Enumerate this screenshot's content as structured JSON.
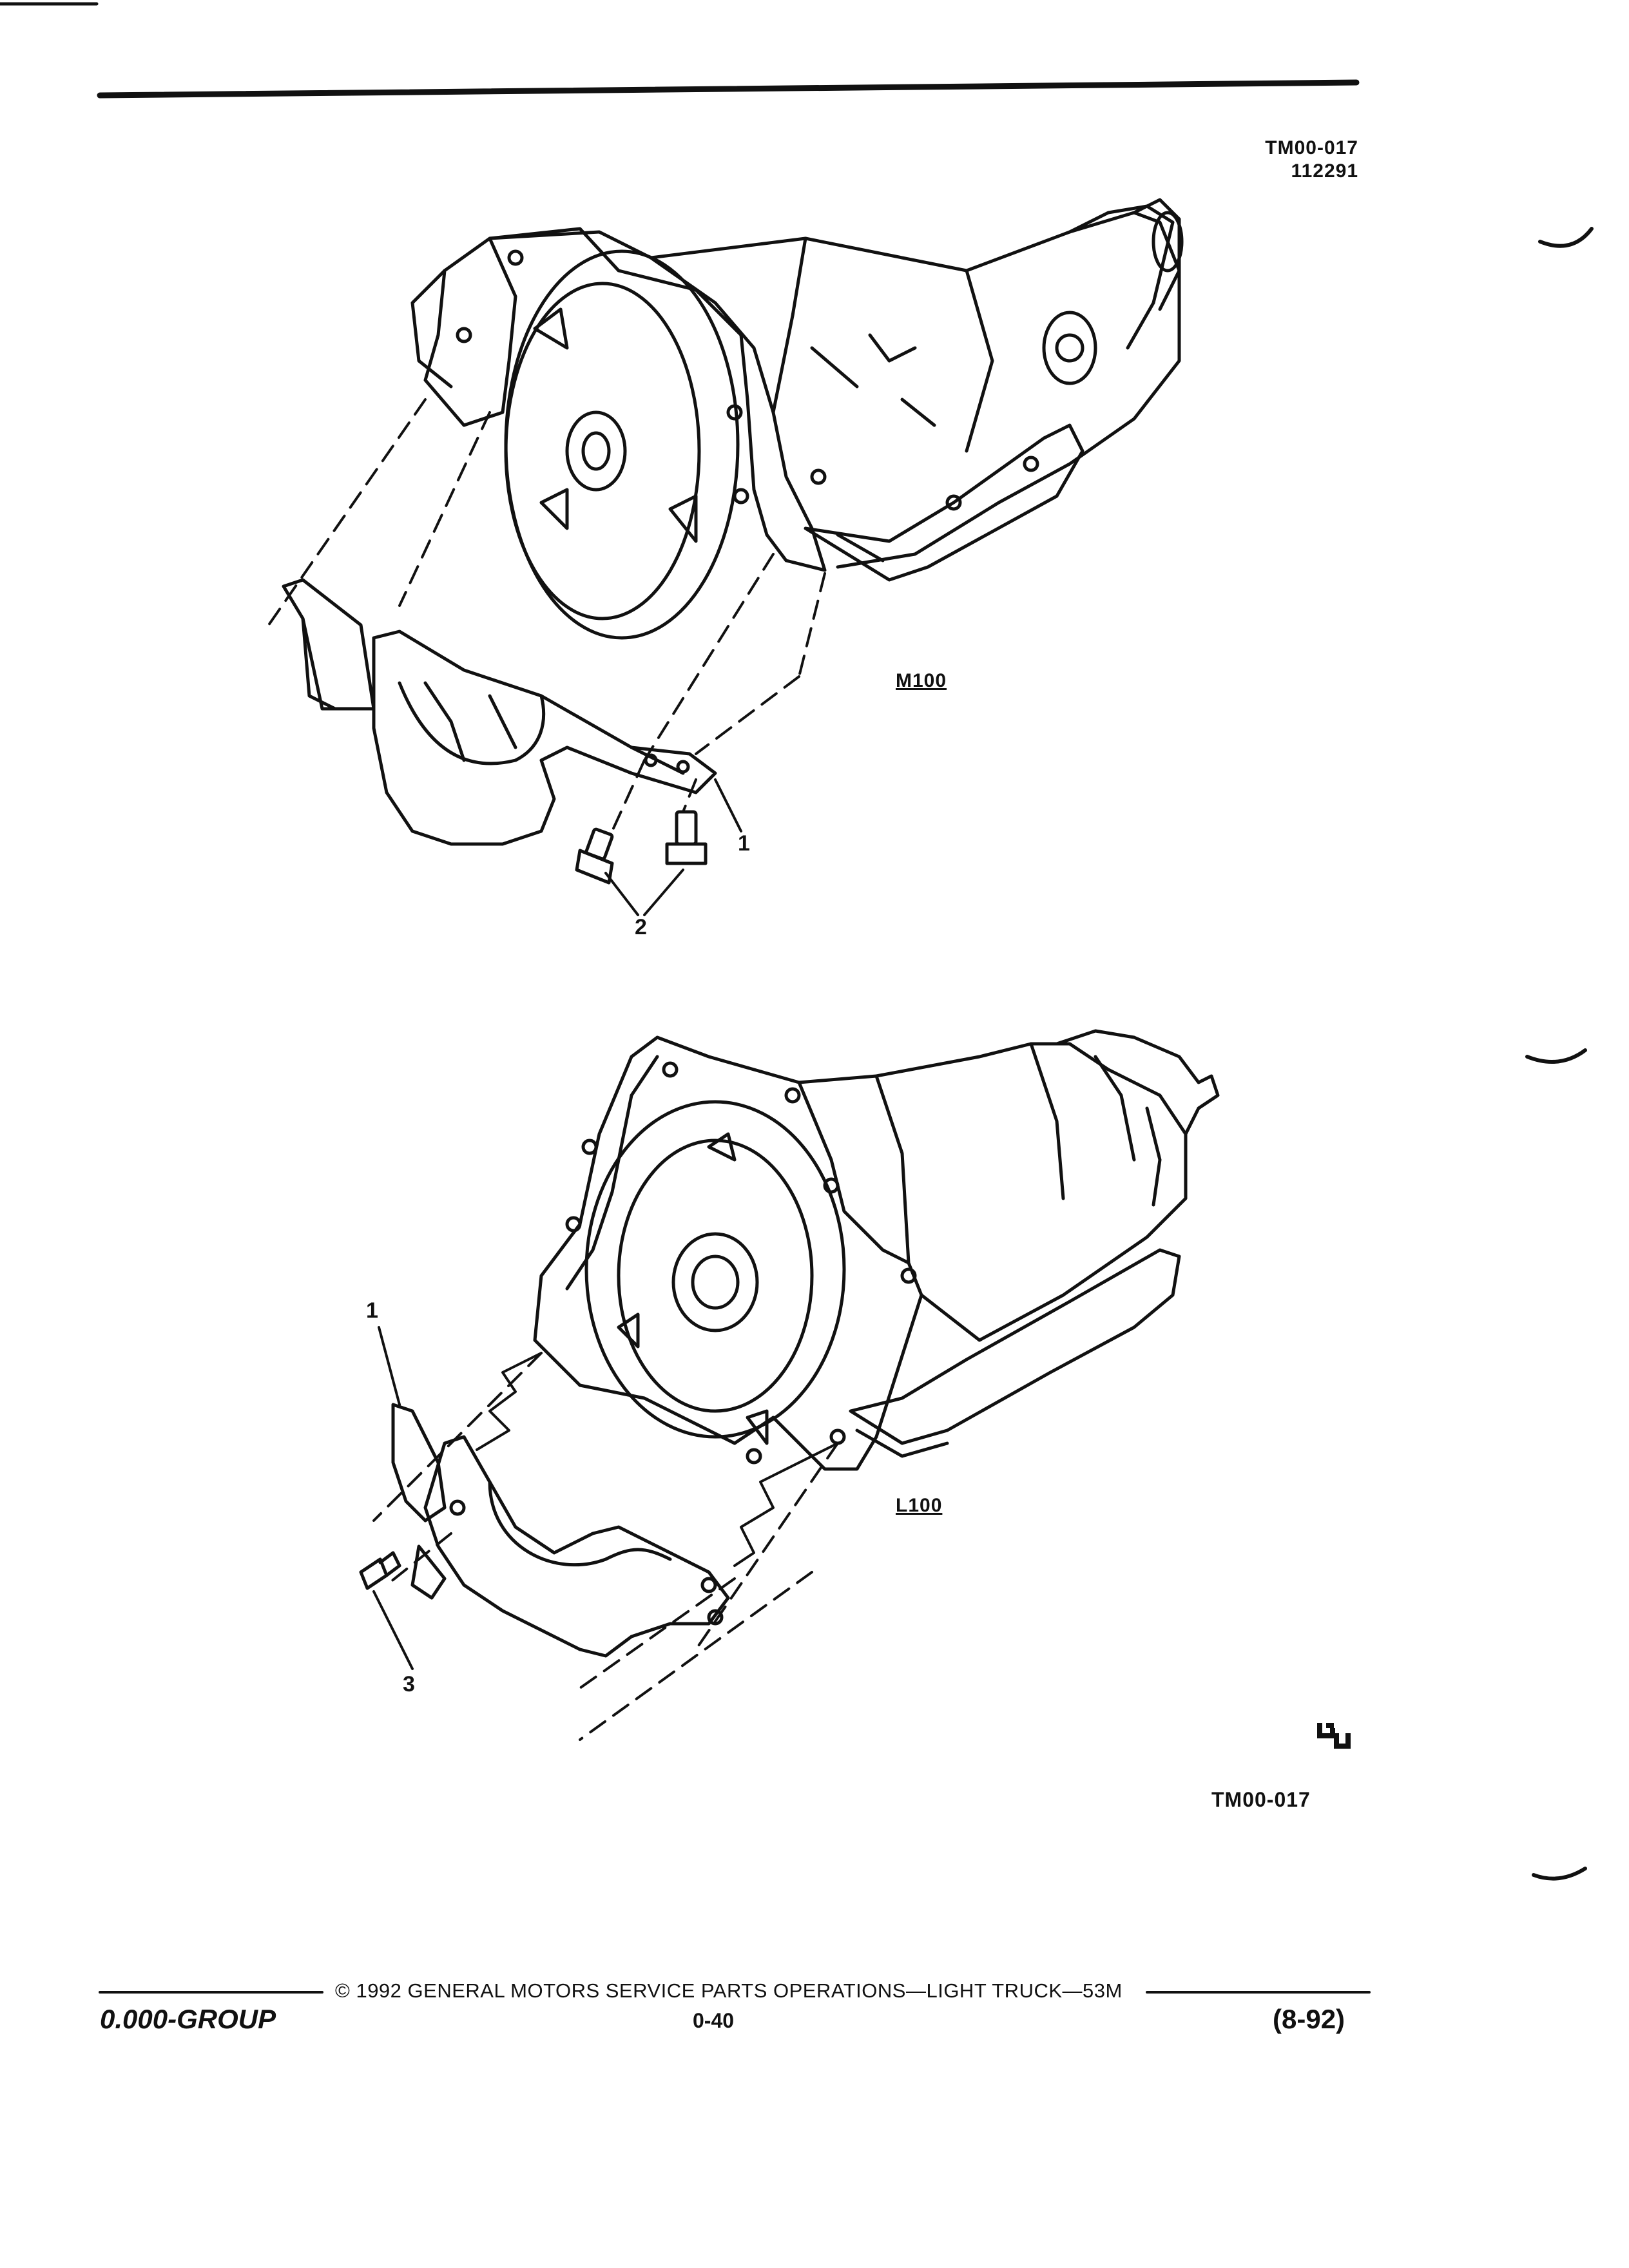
{
  "header": {
    "figure_code": "TM00-017",
    "date_code": "112291"
  },
  "diagrams": [
    {
      "model": "M100",
      "callouts": [
        "1",
        "2"
      ]
    },
    {
      "model": "L100",
      "callouts": [
        "1",
        "3"
      ]
    }
  ],
  "figure_footer_code": "TM00-017",
  "logo_mark": "GM Service Parts logo",
  "footer": {
    "copyright": "© 1992 GENERAL MOTORS SERVICE PARTS OPERATIONS—LIGHT TRUCK—53M",
    "group": "0.000-GROUP",
    "page": "0-40",
    "revision": "(8-92)"
  }
}
